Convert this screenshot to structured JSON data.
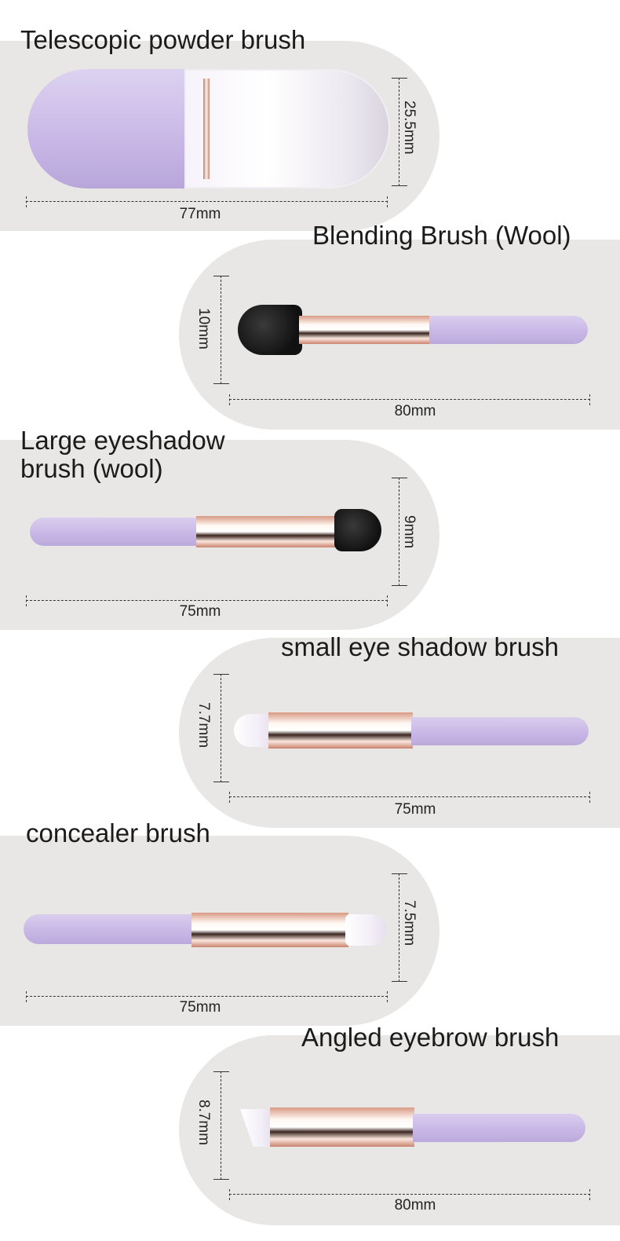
{
  "page": {
    "background": "#ffffff",
    "panel_color": "#e8e7e6",
    "handle_color": "#c9b8e6",
    "ferrule_color": "#e3a58e"
  },
  "brushes": [
    {
      "name": "Telescopic powder brush",
      "length": "77mm",
      "width": "25.5mm",
      "side": "left"
    },
    {
      "name": "Blending Brush (Wool)",
      "length": "80mm",
      "width": "10mm",
      "side": "right"
    },
    {
      "name": "Large eyeshadow brush (wool)",
      "length": "75mm",
      "width": "9mm",
      "side": "left"
    },
    {
      "name": "small eye shadow brush",
      "length": "75mm",
      "width": "7.7mm",
      "side": "right"
    },
    {
      "name": "concealer brush",
      "length": "75mm",
      "width": "7.5mm",
      "side": "left"
    },
    {
      "name": "Angled eyebrow brush",
      "length": "80mm",
      "width": "8.7mm",
      "side": "right"
    }
  ]
}
